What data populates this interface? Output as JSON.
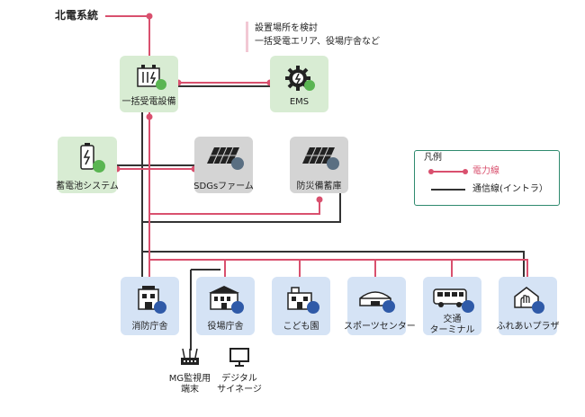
{
  "source_label": "北電系統",
  "note": {
    "line1": "設置場所を検討",
    "line2": "一括受電エリア、役場庁舎など"
  },
  "hub": {
    "label": "一括受電設備"
  },
  "ems": {
    "label": "EMS"
  },
  "battery": {
    "label": "蓄電池システム"
  },
  "sdgs_farm": {
    "label": "SDGsファーム"
  },
  "disaster_storage": {
    "label": "防災備蓄庫"
  },
  "facilities": [
    {
      "label": "消防庁舎"
    },
    {
      "label": "役場庁舎"
    },
    {
      "label": "こども園"
    },
    {
      "label": "スポーツセンター"
    },
    {
      "label_line1": "交通",
      "label_line2": "ターミナル"
    },
    {
      "label": "ふれあいプラザ"
    }
  ],
  "terminals": [
    {
      "line1": "MG監視用",
      "line2": "端末"
    },
    {
      "line1": "デジタル",
      "line2": "サイネージ"
    }
  ],
  "legend": {
    "title": "凡例",
    "power": "電力線",
    "comm": "通信線(イントラ）"
  },
  "colors": {
    "power": "#d9506e",
    "comm": "#333333",
    "green": "#d8ecd3",
    "blue": "#d5e3f5",
    "gray": "#d4d4d4",
    "badge_green": "#5ab552",
    "badge_blue": "#2f5aa8"
  }
}
